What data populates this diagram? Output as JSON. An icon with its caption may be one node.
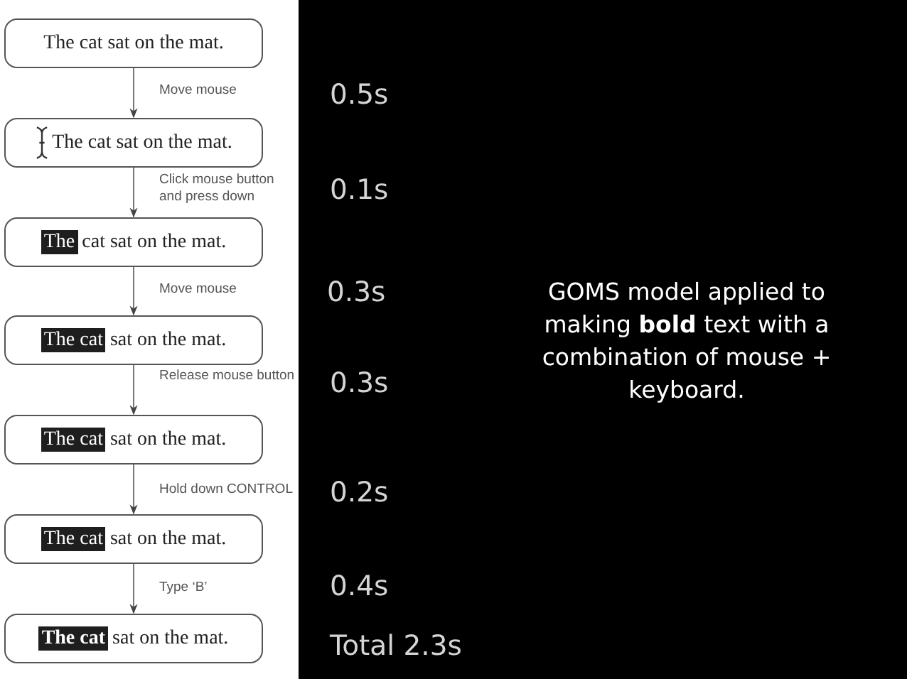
{
  "diagram": {
    "nodes": [
      {
        "text": [
          "The cat sat on the mat."
        ]
      },
      {
        "text": [
          "The cat sat on the mat."
        ]
      },
      {
        "text": [
          "The",
          "cat sat on the mat."
        ]
      },
      {
        "text": [
          "The cat",
          "sat on the mat."
        ]
      },
      {
        "text": [
          "The cat",
          "sat on the mat."
        ]
      },
      {
        "text": [
          "The cat",
          "sat on the mat."
        ]
      },
      {
        "text": [
          "The cat",
          "sat on the mat."
        ]
      }
    ],
    "edges": [
      {
        "from": 0,
        "to": 1,
        "arrow": "to",
        "label": "Move mouse"
      },
      {
        "from": 1,
        "to": 2,
        "arrow": "to",
        "label": "Click mouse button and press down"
      },
      {
        "from": 2,
        "to": 3,
        "arrow": "to",
        "label": "Move mouse"
      },
      {
        "from": 3,
        "to": 4,
        "arrow": "to",
        "label": "Release mouse button"
      },
      {
        "from": 4,
        "to": 5,
        "arrow": "to",
        "label": "Hold down CONTROL"
      },
      {
        "from": 5,
        "to": 6,
        "arrow": "to",
        "label": "Type ‘B’"
      }
    ],
    "labels": [
      "0.5s",
      "0.1s",
      "0.3s",
      "0.3s",
      "0.2s",
      "0.4s",
      "Total 2.3s",
      "GOMS model applied to making **bold** text with a combination of mouse + keyboard."
    ]
  }
}
